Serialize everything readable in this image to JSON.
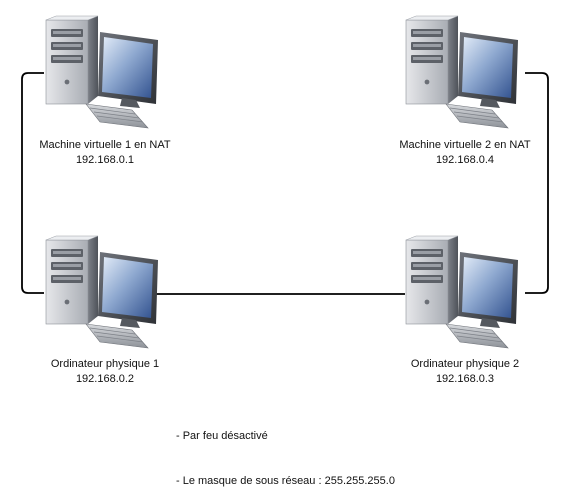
{
  "nodes": [
    {
      "id": "vm1",
      "name": "Machine virtuelle 1 en NAT",
      "ip": "192.168.0.1"
    },
    {
      "id": "vm2",
      "name": "Machine virtuelle 2 en NAT",
      "ip": "192.168.0.4"
    },
    {
      "id": "pc1",
      "name": "Ordinateur physique 1",
      "ip": "192.168.0.2"
    },
    {
      "id": "pc2",
      "name": "Ordinateur physique 2",
      "ip": "192.168.0.3"
    }
  ],
  "notes": [
    "- Par feu désactivé",
    "- Le masque de sous réseau : 255.255.255.0"
  ],
  "icons": {
    "computer": "desktop-computer-icon"
  },
  "colors": {
    "connector": "#000000",
    "screen": "#3b5b9c",
    "case": "#c9ccd2"
  }
}
